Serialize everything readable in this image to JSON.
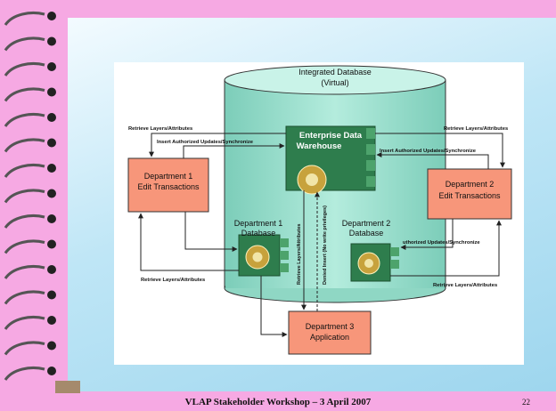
{
  "slide": {
    "footer": "VLAP Stakeholder Workshop – 3 April 2007",
    "page_number": "22"
  },
  "diagram": {
    "database_title": "Integrated Database",
    "database_subtitle": "(Virtual)",
    "edw_line1": "Enterprise Data",
    "edw_line2": "Warehouse",
    "dept1_box_line1": "Department 1",
    "dept1_box_line2": "Edit Transactions",
    "dept2_box_line1": "Department 2",
    "dept2_box_line2": "Edit Transactions",
    "dept1_db_line1": "Department 1",
    "dept1_db_line2": "Database",
    "dept2_db_line1": "Department 2",
    "dept2_db_line2": "Database",
    "dept3_line1": "Department 3",
    "dept3_line2": "Application",
    "lbl_retrieve_top_left": "Retrieve Layers/Attributes",
    "lbl_insert_top_left": "Insert Authorized Updates/Synchronize",
    "lbl_retrieve_top_right": "Retrieve Layers/Attributes",
    "lbl_insert_top_right": "Insert Authorized Updates/Synchronize",
    "lbl_retrieve_bottom_left": "Retrieve Layers/Attributes",
    "lbl_retrieve_bottom_right": "Retrieve Layers/Attributes",
    "lbl_authorized_right": "uthorized Updates/Synchronize",
    "lbl_vertical_retrieve": "Retrieve Layers/Attributes",
    "lbl_vertical_denied": "Denied Insert (No write privileges)"
  },
  "colors": {
    "slide_pink": "#f6a9e3",
    "dept_box_fill": "#f7967a",
    "database_fill": "#9fe0cf",
    "cube_green": "#2e7d4d"
  }
}
